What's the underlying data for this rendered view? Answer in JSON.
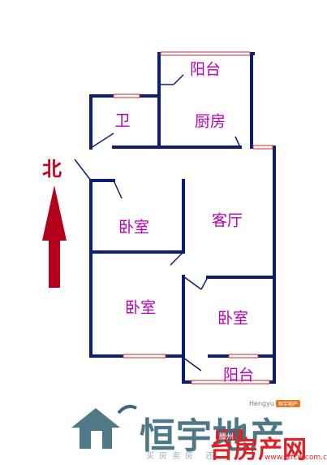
{
  "rooms": {
    "balcony_top": "阳台",
    "bathroom": "卫",
    "kitchen": "厨房",
    "living_room": "客厅",
    "bedroom_1": "卧室",
    "bedroom_2": "卧室",
    "bedroom_3": "卧室",
    "balcony_bottom": "阳台"
  },
  "compass": {
    "north": "北"
  },
  "branding": {
    "small_text": "Hengyu",
    "small_tag": "恒宇地产",
    "logo_text": "恒宇地产",
    "logo_sub": "买房卖房 还..."
  },
  "watermark": {
    "text": "台房产网",
    "small": "滕州",
    "url": "www.tzfcw.com.cn"
  },
  "colors": {
    "wall": "#0d1f6e",
    "label": "#b400b4",
    "arrow": "#b4001c",
    "window": "#d12a2a"
  }
}
